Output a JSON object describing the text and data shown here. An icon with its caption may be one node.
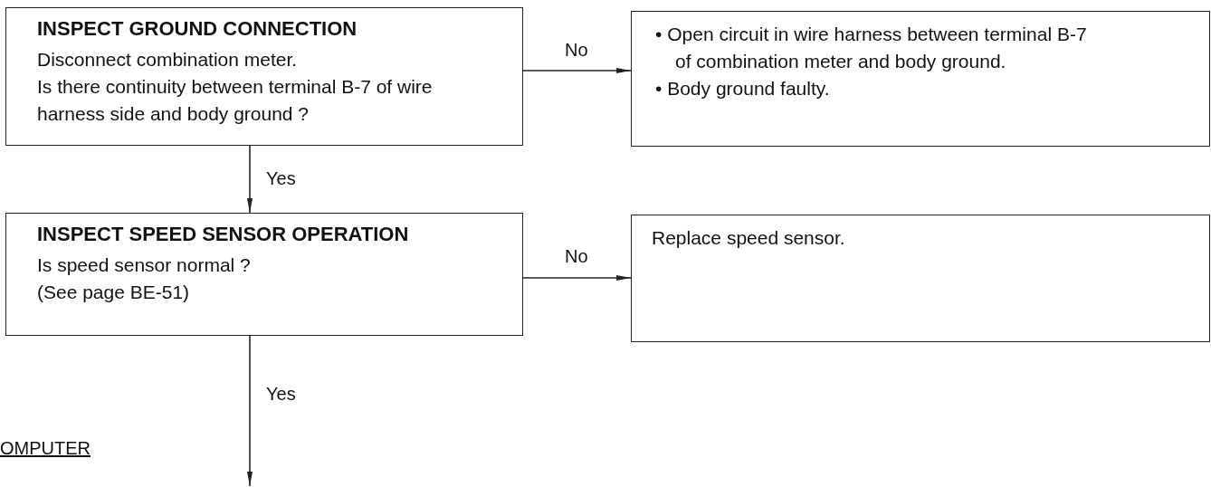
{
  "diagram": {
    "nodes": [
      {
        "text": [
          "INSPECT GROUND CONNECTION",
          "Disconnect combination meter.",
          "Is there continuity between terminal B-7 of wire harness side and body ground ?"
        ]
      },
      {
        "text": [
          "• Open circuit in wire harness between terminal B-7 of combination meter and body ground.",
          "• Body ground faulty."
        ]
      },
      {
        "text": [
          "INSPECT SPEED SENSOR OPERATION",
          "Is speed sensor normal ?",
          "(See page BE-51)"
        ]
      },
      {
        "text": [
          "Replace speed sensor."
        ]
      }
    ],
    "edges": [
      {
        "from": 0,
        "to": 1,
        "arrow": "to",
        "label": "No"
      },
      {
        "from": 0,
        "to": 2,
        "arrow": "to",
        "label": "Yes"
      },
      {
        "from": 2,
        "to": 3,
        "arrow": "to",
        "label": "No"
      },
      {
        "from": 2,
        "to": null,
        "arrow": "to",
        "label": "Yes"
      }
    ],
    "labels": [
      "OMPUTER"
    ]
  }
}
